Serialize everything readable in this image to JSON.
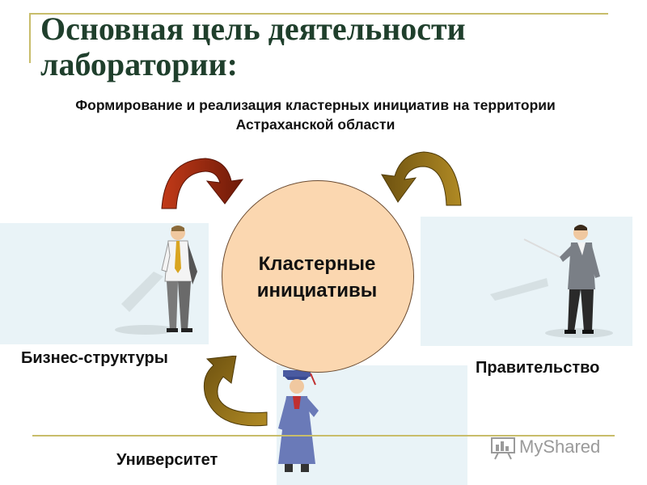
{
  "title": "Основная цель деятельности лаборатории:",
  "subtitle": "Формирование и реализация кластерных инициатив на территории Астраханской области",
  "center_label": "Кластерные инициативы",
  "labels": {
    "business": "Бизнес-структуры",
    "government": "Правительство",
    "university": "Университет"
  },
  "watermark": {
    "text": "MyShared",
    "icon": "presentation-icon"
  },
  "colors": {
    "title": "#1f3f2c",
    "frame": "#c8bd6a",
    "circle_fill": "#fbd7b0",
    "arrow_dark_red": "#9a2a14",
    "arrow_olive": "#8a6a14",
    "panel_bg": "#e9f3f7"
  }
}
